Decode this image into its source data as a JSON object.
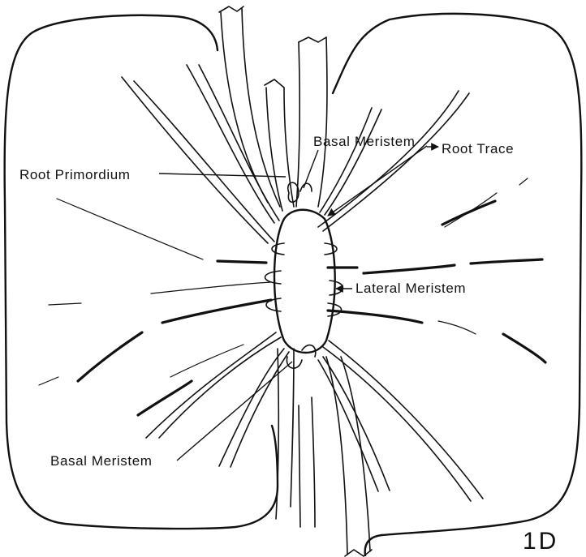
{
  "labels": {
    "basal_meristem_top": "Basal Meristem",
    "root_trace": "Root Trace",
    "root_primordium": "Root Primordium",
    "lateral_meristem": "Lateral Meristem",
    "basal_meristem_bottom": "Basal Meristem"
  },
  "figure_id": "1D"
}
